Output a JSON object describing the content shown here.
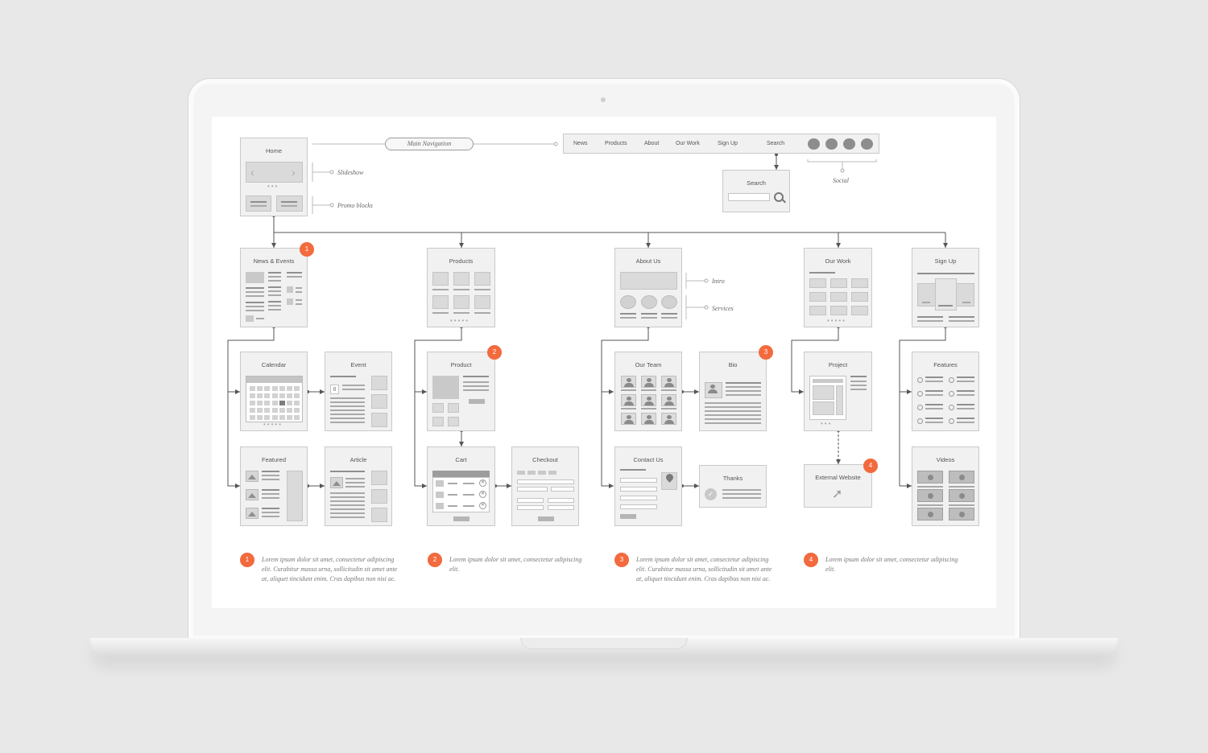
{
  "nav": {
    "main_navigation": "Main Navigation",
    "items": [
      "News",
      "Products",
      "About",
      "Our Work",
      "Sign Up",
      "Search"
    ],
    "social": "Social"
  },
  "annotations": {
    "slideshow": "Slideshow",
    "promo_blocks": "Promo blocks",
    "intro": "Intro",
    "services": "Services"
  },
  "pages": {
    "home": "Home",
    "search": "Search",
    "news_events": "News & Events",
    "products": "Products",
    "about_us": "About Us",
    "our_work": "Our Work",
    "sign_up": "Sign Up",
    "calendar": "Calendar",
    "event": "Event",
    "featured": "Featured",
    "article": "Article",
    "product": "Product",
    "cart": "Cart",
    "checkout": "Checkout",
    "our_team": "Our Team",
    "bio": "Bio",
    "contact_us": "Contact Us",
    "thanks": "Thanks",
    "project": "Project",
    "external_website": "External Website",
    "features": "Features",
    "videos": "Videos"
  },
  "badges": [
    "1",
    "2",
    "3",
    "4"
  ],
  "calendar_day": "8",
  "notes": [
    {
      "num": "1",
      "text": "Lorem ipsum dolor sit amet, consectetur adipiscing elit. Curabitur massa urna, sollicitudin sit amet ante at, aliquet tincidunt enim. Cras dapibus non nisi ac."
    },
    {
      "num": "2",
      "text": "Lorem ipsum dolor sit amet, consectetur adipiscing elit."
    },
    {
      "num": "3",
      "text": "Lorem ipsum dolor sit amet, consectetur adipiscing elit. Curabitur massa urna, sollicitudin sit amet ante at, aliquet tincidunt enim. Cras dapibus non nisi ac."
    },
    {
      "num": "4",
      "text": "Lorem ipsum dolor sit amet, consectetur adipiscing elit."
    }
  ],
  "colors": {
    "accent": "#f26a3d",
    "box_fill": "#f1f1f1",
    "box_border": "#c9c9c9",
    "connector": "#555555"
  }
}
